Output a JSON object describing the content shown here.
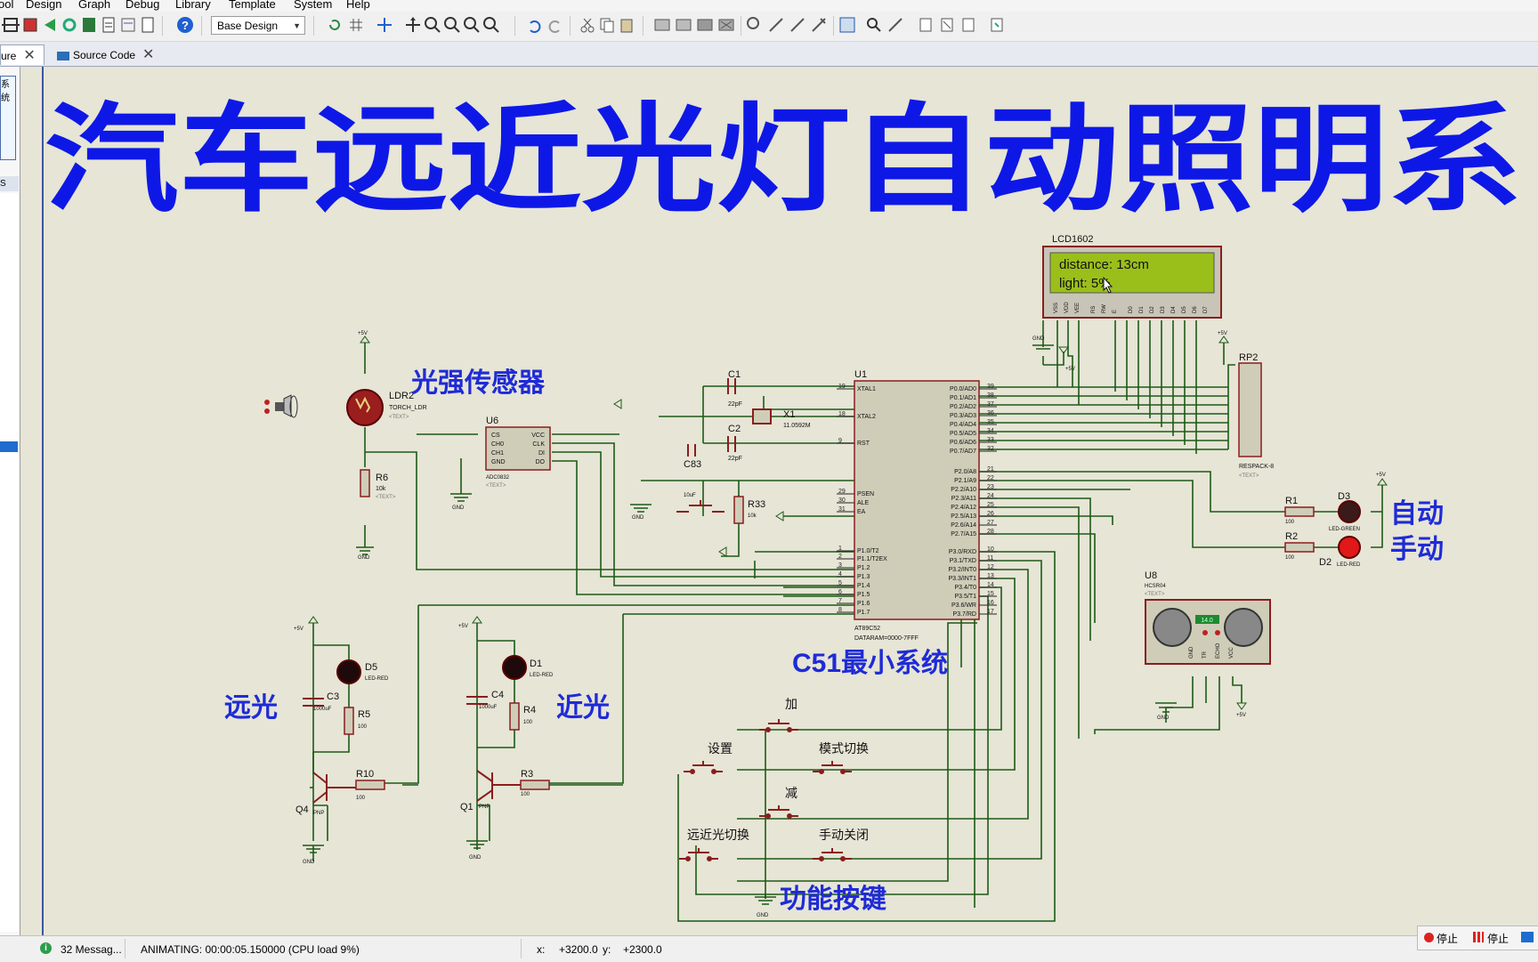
{
  "menu": [
    "ool",
    "Design",
    "Graph",
    "Debug",
    "Library",
    "Template",
    "System",
    "Help"
  ],
  "toolbar": {
    "design_select": "Base Design"
  },
  "tabs": [
    {
      "label": "ure"
    },
    {
      "label": "Source Code"
    }
  ],
  "left_panel": {
    "label_a": "系统",
    "label_b": "S"
  },
  "schematic": {
    "banner_title": "汽车远近光灯自动照明系",
    "lcd": {
      "ref": "LCD1602",
      "line1": "distance: 13cm",
      "line2": "light:  5%",
      "pins": [
        "VSS",
        "VDD",
        "VEE",
        "RS",
        "RW",
        "E",
        "D0",
        "D1",
        "D2",
        "D3",
        "D4",
        "D5",
        "D6",
        "D7"
      ]
    },
    "labels": {
      "light_sensor": "光强传感器",
      "min_system": "C51最小系统",
      "far_light": "远光",
      "near_light": "近光",
      "auto": "自动",
      "manual": "手动",
      "keys": "功能按键"
    },
    "buttons": {
      "add": "加",
      "set": "设置",
      "mode": "模式切换",
      "sub": "减",
      "far_near": "远近光切换",
      "manual_off": "手动关闭"
    },
    "mcu": {
      "ref": "U1",
      "part": "AT89C52",
      "dataram": "DATARAM=0000-7FFF",
      "left_pins": [
        "XTAL1",
        "XTAL2",
        "RST",
        "PSEN",
        "ALE",
        "EA",
        "P1.0/T2",
        "P1.1/T2EX",
        "P1.2",
        "P1.3",
        "P1.4",
        "P1.5",
        "P1.6",
        "P1.7"
      ],
      "left_nums": [
        "19",
        "18",
        "9",
        "29",
        "30",
        "31",
        "1",
        "2",
        "3",
        "4",
        "5",
        "6",
        "7",
        "8"
      ],
      "right_pins": [
        "P0.0/AD0",
        "P0.1/AD1",
        "P0.2/AD2",
        "P0.3/AD3",
        "P0.4/AD4",
        "P0.5/AD5",
        "P0.6/AD6",
        "P0.7/AD7",
        "P2.0/A8",
        "P2.1/A9",
        "P2.2/A10",
        "P2.3/A11",
        "P2.4/A12",
        "P2.5/A13",
        "P2.6/A14",
        "P2.7/A15",
        "P3.0/RXD",
        "P3.1/TXD",
        "P3.2/INT0",
        "P3.3/INT1",
        "P3.4/T0",
        "P3.5/T1",
        "P3.6/WR",
        "P3.7/RD"
      ],
      "right_nums": [
        "39",
        "38",
        "37",
        "36",
        "35",
        "34",
        "33",
        "32",
        "21",
        "22",
        "23",
        "24",
        "25",
        "26",
        "27",
        "28",
        "10",
        "11",
        "12",
        "13",
        "14",
        "15",
        "16",
        "17"
      ]
    },
    "components": {
      "ldr_ref": "LDR2",
      "ldr_part": "TORCH_LDR",
      "text_tag": "<TEXT>",
      "r6": "R6",
      "r6_val": "10k",
      "gnd": "GND",
      "vcc": "+5V",
      "u6": "U6",
      "u6_part": "ADC0832",
      "u6_pins_l": [
        "CS",
        "CH0",
        "CH1",
        "GND"
      ],
      "u6_pins_r": [
        "VCC",
        "CLK",
        "DI",
        "DO"
      ],
      "c1": "C1",
      "c1_val": "22pF",
      "c2": "C2",
      "c2_val": "22pF",
      "x1": "X1",
      "x1_val": "11.0592M",
      "c83": "C83",
      "c83_val": "10uF",
      "r33": "R33",
      "r33_val": "10k",
      "rp2": "RP2",
      "rp2_part": "RESPACK-8",
      "r1": "R1",
      "r2": "R2",
      "r_100": "100",
      "d3": "D3",
      "d3_part": "LED-GREEN",
      "d2": "D2",
      "d2_part": "LED-RED",
      "u8": "U8",
      "u8_part": "HCSR04",
      "u8_pins": [
        "GND",
        "TR",
        "ECHO",
        "VCC"
      ],
      "u8_display": "14.0",
      "d5": "D5",
      "d1": "D1",
      "led_red": "LED-RED",
      "c3": "C3",
      "c4": "C4",
      "c_1000": "1000uF",
      "r5": "R5",
      "r4": "R4",
      "r10": "R10",
      "r3": "R3",
      "q4": "Q4",
      "q1": "Q1",
      "pnp": "PNP"
    }
  },
  "status": {
    "messages": "32 Messag...",
    "animating": "ANIMATING: 00:00:05.150000 (CPU load 9%)",
    "x_label": "x:",
    "x_val": "+3200.0",
    "y_label": "y:",
    "y_val": "+2300.0",
    "stop1": "停止",
    "stop2": "停止"
  },
  "colors": {
    "canvas": "#e6e5d6",
    "wire": "#1d5a16",
    "component": "#9a1e1e",
    "label_blue": "#1f2bd6",
    "banner_blue": "#0e18e6",
    "lcd_green": "#9bbf1a"
  }
}
